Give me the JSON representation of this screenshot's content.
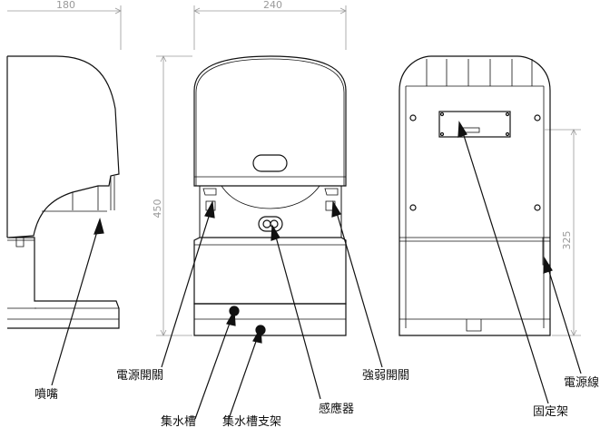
{
  "dimensions": {
    "side_width": "180",
    "front_width": "240",
    "height_total": "450",
    "height_back": "325"
  },
  "labels": {
    "nozzle": "噴嘴",
    "power_switch": "電源開關",
    "water_tank": "集水槽",
    "tank_bracket": "集水槽支架",
    "sensor": "感應器",
    "strength_switch": "強弱開關",
    "mounting_bracket": "固定架",
    "power_cord": "電源線"
  },
  "colors": {
    "outline": "#111111",
    "dimension": "#9a9a9a"
  }
}
